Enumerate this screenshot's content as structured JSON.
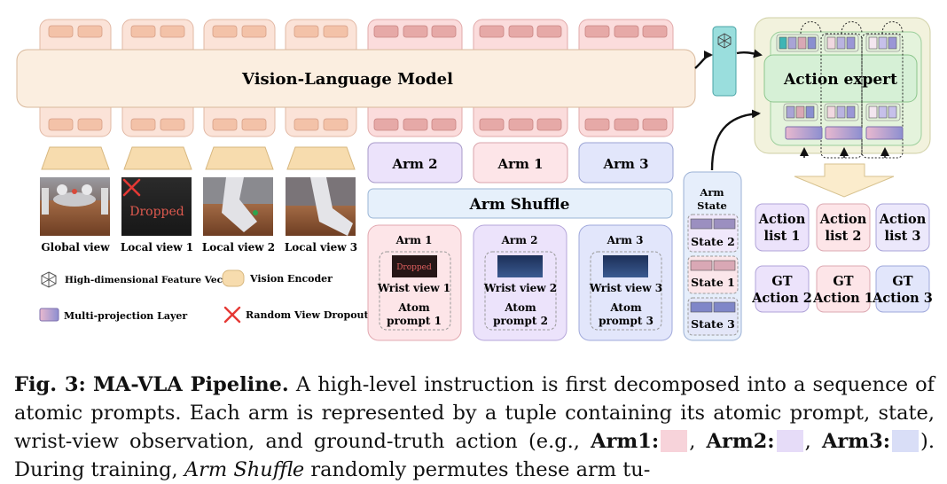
{
  "colors": {
    "vlm": "#fbeee0",
    "vlm_stroke": "#d9b99c",
    "arm1": "#fde5e8",
    "arm2": "#ece3fb",
    "arm3": "#e2e6fb",
    "encoder": "#f7dcae",
    "feature": "#9adedd",
    "expert_outer": "#f2f2dd",
    "expert_inner": "#d6f0d6",
    "shuffle": "#e6f0fb",
    "dropout": "#e53935"
  },
  "vlm": {
    "title": "Vision-Language Model"
  },
  "views": [
    {
      "label": "Global view"
    },
    {
      "label": "Local view 1",
      "overlay": "Dropped"
    },
    {
      "label": "Local view 2"
    },
    {
      "label": "Local view 3"
    }
  ],
  "arms_row": [
    "Arm 2",
    "Arm 1",
    "Arm 3"
  ],
  "shuffle": {
    "title": "Arm Shuffle"
  },
  "arm_panels": [
    {
      "title": "Arm 1",
      "wrist": "Wrist view 1",
      "prompt_line1": "Atom",
      "prompt_line2": "prompt 1",
      "overlay": "Dropped"
    },
    {
      "title": "Arm 2",
      "wrist": "Wrist view 2",
      "prompt_line1": "Atom",
      "prompt_line2": "prompt 2"
    },
    {
      "title": "Arm 3",
      "wrist": "Wrist view 3",
      "prompt_line1": "Atom",
      "prompt_line2": "prompt 3"
    }
  ],
  "arm_state": {
    "title_line1": "Arm",
    "title_line2": "State",
    "states": [
      "State 2",
      "State 1",
      "State 3"
    ]
  },
  "action_expert": {
    "title": "Action expert"
  },
  "action_lists": [
    {
      "line1": "Action",
      "line2": "list 1"
    },
    {
      "line1": "Action",
      "line2": "list 2"
    },
    {
      "line1": "Action",
      "line2": "list 3"
    }
  ],
  "gt_actions": [
    {
      "line1": "GT",
      "line2": "Action 2"
    },
    {
      "line1": "GT",
      "line2": "Action 1"
    },
    {
      "line1": "GT",
      "line2": "Action 3"
    }
  ],
  "legend": {
    "feature_vector": "High-dimensional Feature Vector",
    "vision_encoder": "Vision Encoder",
    "projection": "Multi-projection Layer",
    "dropout": "Random View Dropout"
  },
  "caption": {
    "label": "Fig. 3:",
    "title": "MA-VLA Pipeline.",
    "text1": "A high-level instruction is first decomposed into a sequence of atomic prompts. Each arm is represented by a tuple containing its atomic prompt, state, wrist-view observation, and ground-truth action (e.g.,",
    "arm1": "Arm1:",
    "arm2": "Arm2:",
    "arm3": "Arm3:",
    "text2": "). During training,",
    "shuffle_italic": "Arm Shuffle",
    "text3": "randomly permutes these arm tu-"
  }
}
